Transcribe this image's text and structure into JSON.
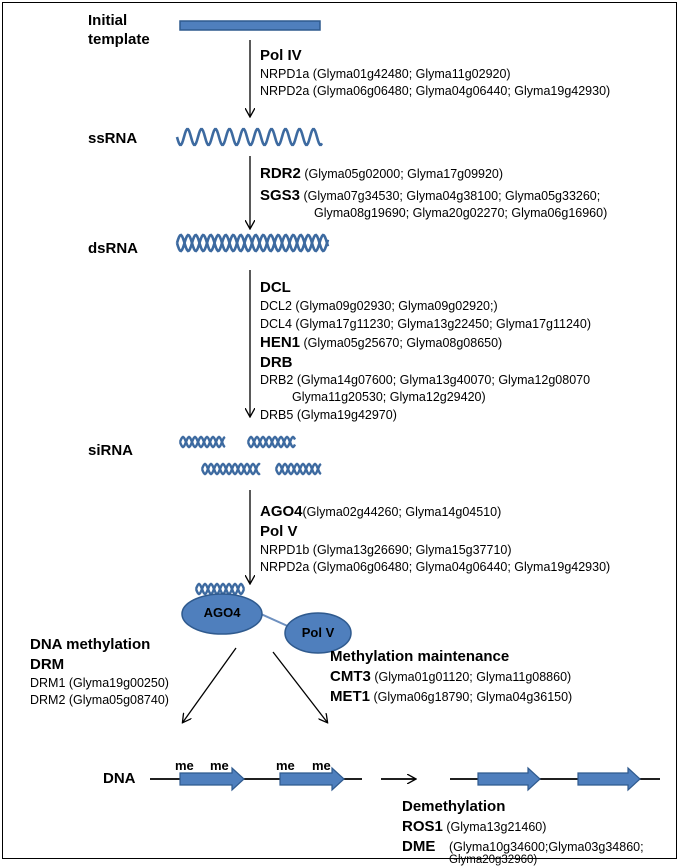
{
  "stages": {
    "initial_line1": "Initial",
    "initial_line2": "template",
    "ssrna": "ssRNA",
    "dsrna": "dsRNA",
    "sirna": "siRNA",
    "dna": "DNA"
  },
  "polIV": {
    "heading": "Pol IV",
    "line1": "NRPD1a (Glyma01g42480; Glyma11g02920)",
    "line2": "NRPD2a (Glyma06g06480; Glyma04g06440; Glyma19g42930)"
  },
  "rdr": {
    "rdr2_name": "RDR2",
    "rdr2_genes": " (Glyma05g02000; Glyma17g09920)",
    "sgs3_name": "SGS3",
    "sgs3_genes1": " (Glyma07g34530; Glyma04g38100; Glyma05g33260;",
    "sgs3_genes2": "Glyma08g19690; Glyma20g02270; Glyma06g16960)"
  },
  "dcl": {
    "heading": "DCL",
    "dcl2": "DCL2 (Glyma09g02930; Glyma09g02920;)",
    "dcl4": "DCL4 (Glyma17g11230; Glyma13g22450; Glyma17g11240)",
    "hen1_name": "HEN1",
    "hen1_genes": " (Glyma05g25670; Glyma08g08650)",
    "drb_heading": "DRB",
    "drb2_line1": "DRB2 (Glyma14g07600; Glyma13g40070; Glyma12g08070",
    "drb2_line2": "Glyma11g20530; Glyma12g29420)",
    "drb5": "DRB5 (Glyma19g42970)"
  },
  "ago": {
    "ago4_name": "AGO4",
    "ago4_genes": "(Glyma02g44260; Glyma14g04510)",
    "polv_heading": "Pol V",
    "line1": "NRPD1b (Glyma13g26690; Glyma15g37710)",
    "line2": "NRPD2a (Glyma06g06480; Glyma04g06440; Glyma19g42930)"
  },
  "complex": {
    "ago4_label": "AGO4",
    "polv_label": "Pol V"
  },
  "methylation": {
    "heading": "DNA methylation",
    "drm_heading": "DRM",
    "drm1": "DRM1 (Glyma19g00250)",
    "drm2": "DRM2 (Glyma05g08740)"
  },
  "maintenance": {
    "heading": "Methylation maintenance",
    "cmt3_name": "CMT3",
    "cmt3_genes": " (Glyma01g01120; Glyma11g08860)",
    "met1_name": "MET1",
    "met1_genes": " (Glyma06g18790; Glyma04g36150)"
  },
  "dna_marks": [
    "me",
    "me",
    "me",
    "me"
  ],
  "demethylation": {
    "heading": "Demethylation",
    "ros1_name": "ROS1",
    "ros1_genes": " (Glyma13g21460)",
    "dme_name": "DME",
    "dme_genes1": "(Glyma10g34600;Glyma03g34860;",
    "dme_genes2": "Glyma20g32960)"
  },
  "colors": {
    "blue_fill": "#4f7fbd",
    "blue_stroke": "#2f5a8e",
    "helix": "#3d6aa0",
    "black": "#000000"
  }
}
